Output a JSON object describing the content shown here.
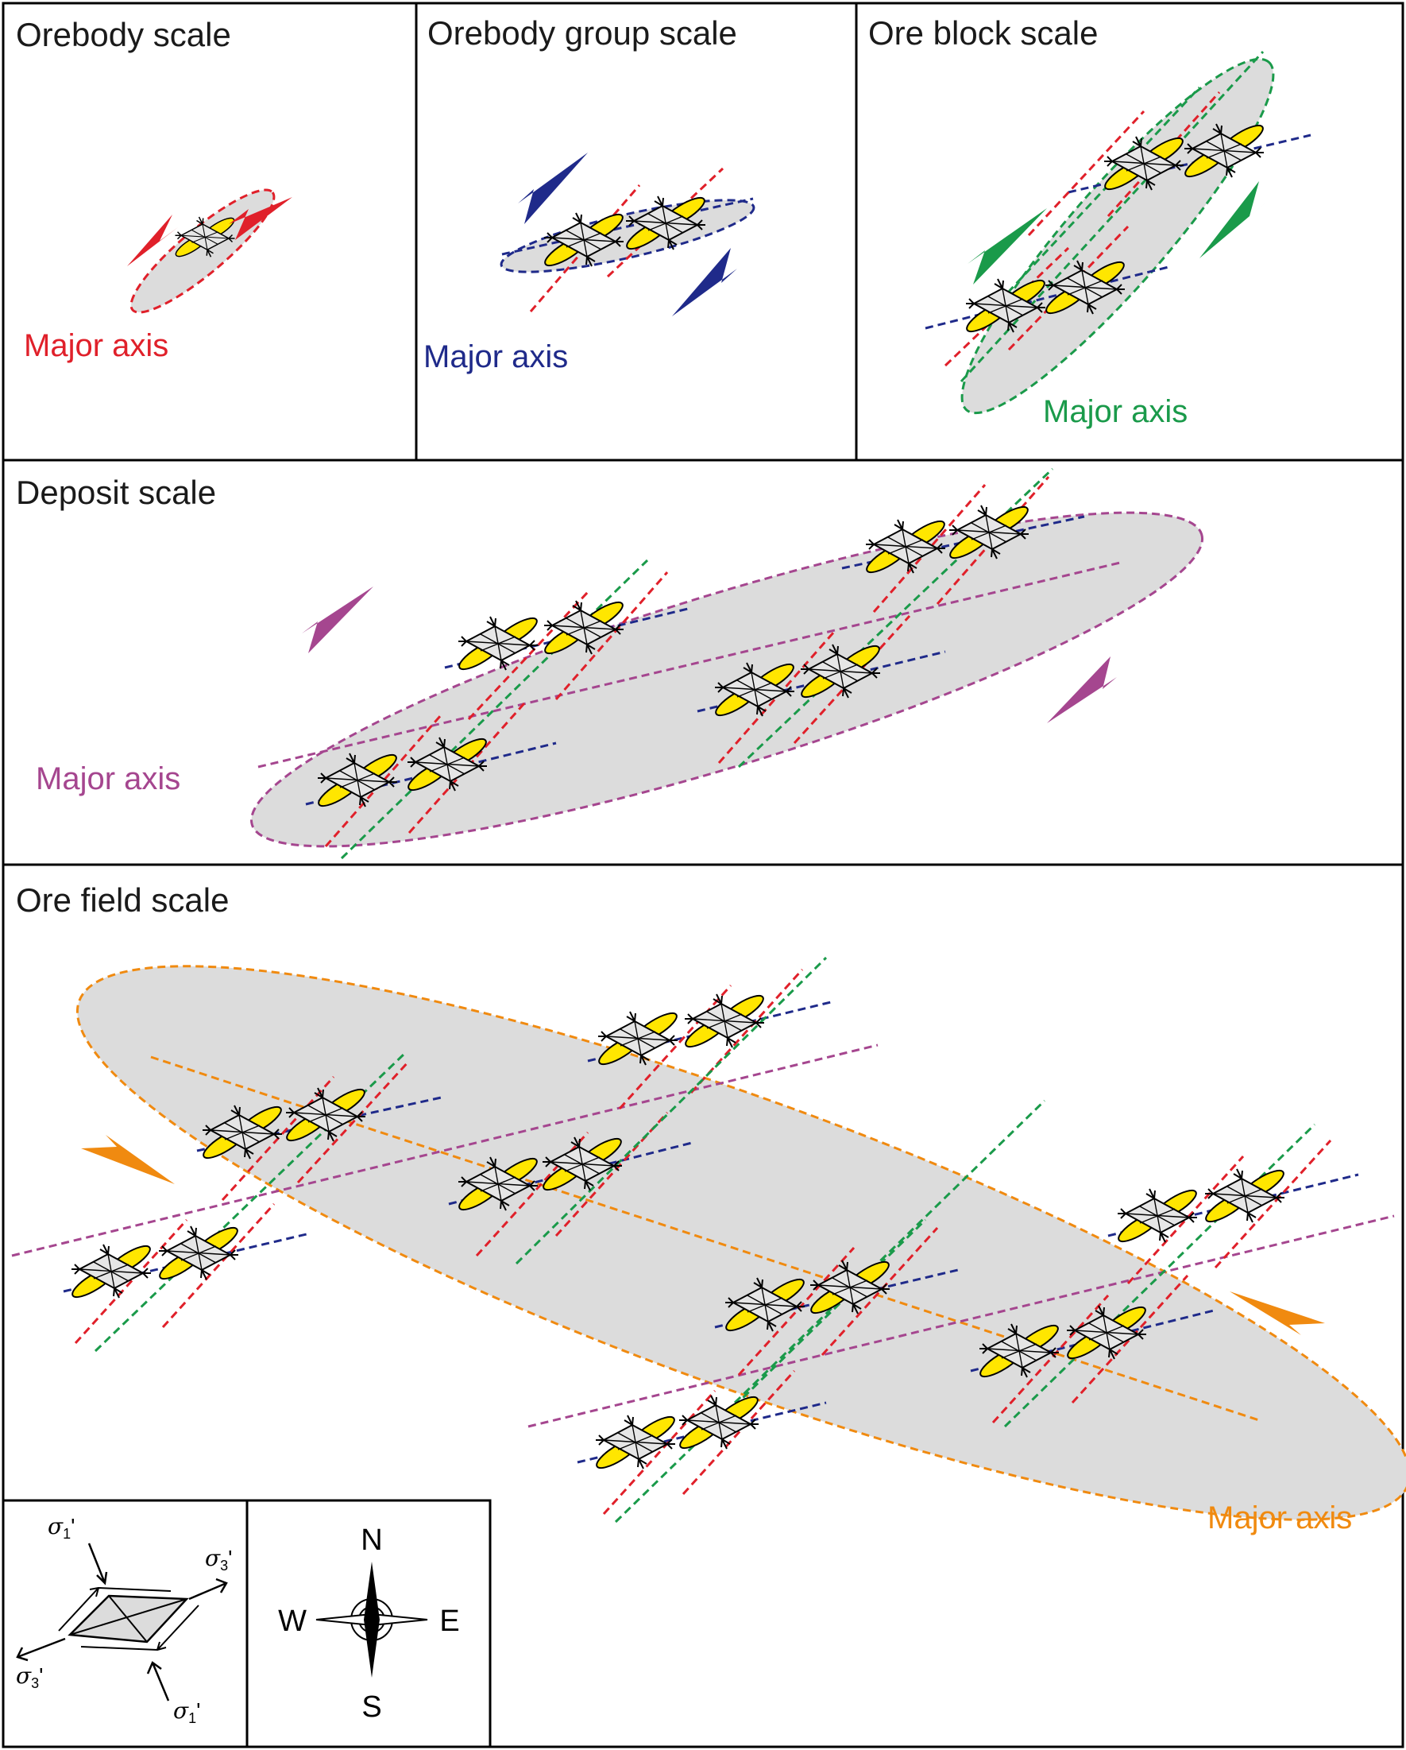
{
  "panels": {
    "orebody": {
      "title": "Orebody scale",
      "axis_label": "Major axis"
    },
    "orebody_group": {
      "title": "Orebody group scale",
      "axis_label": "Major axis"
    },
    "ore_block": {
      "title": "Ore block scale",
      "axis_label": "Major axis"
    },
    "deposit": {
      "title": "Deposit scale",
      "axis_label": "Major axis"
    },
    "ore_field": {
      "title": "Ore field scale",
      "axis_label": "Major axis"
    }
  },
  "legend": {
    "stress": {
      "sigma": "σ",
      "sub1": "1",
      "sub3": "3",
      "prime": "'"
    },
    "compass": {
      "north": "N",
      "south": "S",
      "east": "E",
      "west": "W"
    }
  },
  "colors": {
    "orebody_scale": "#e0202a",
    "orebody_group_scale": "#1f2a8a",
    "ore_block_scale": "#1a9a4a",
    "deposit_scale": "#a5468f",
    "ore_field_scale": "#f08a10",
    "ellipse_fill": "#dcdcdc",
    "orebody_fill": "#ffe600"
  },
  "icons": [
    "orebody-unit-icon",
    "shear-arrow-icon",
    "compass-rose-icon",
    "stress-rhombus-icon"
  ]
}
